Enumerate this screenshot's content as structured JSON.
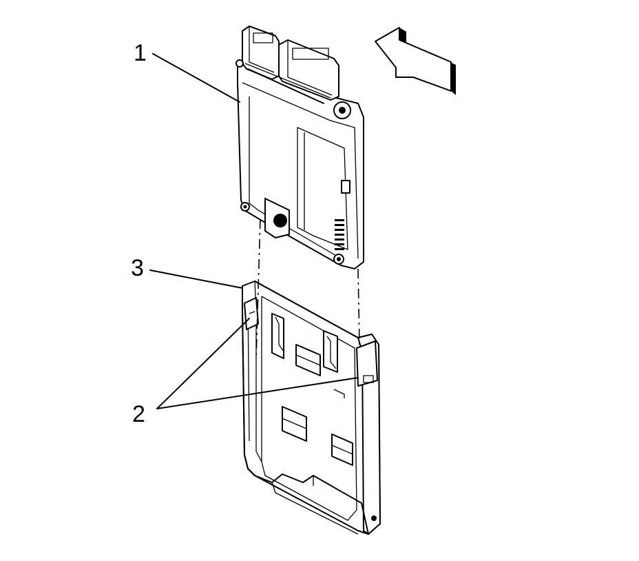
{
  "callouts": {
    "module": "1",
    "clips": "2",
    "bracket": "3"
  },
  "icons": {
    "direction": "view-direction-arrow-icon"
  },
  "colors": {
    "ink": "#000000",
    "paper": "#ffffff"
  }
}
